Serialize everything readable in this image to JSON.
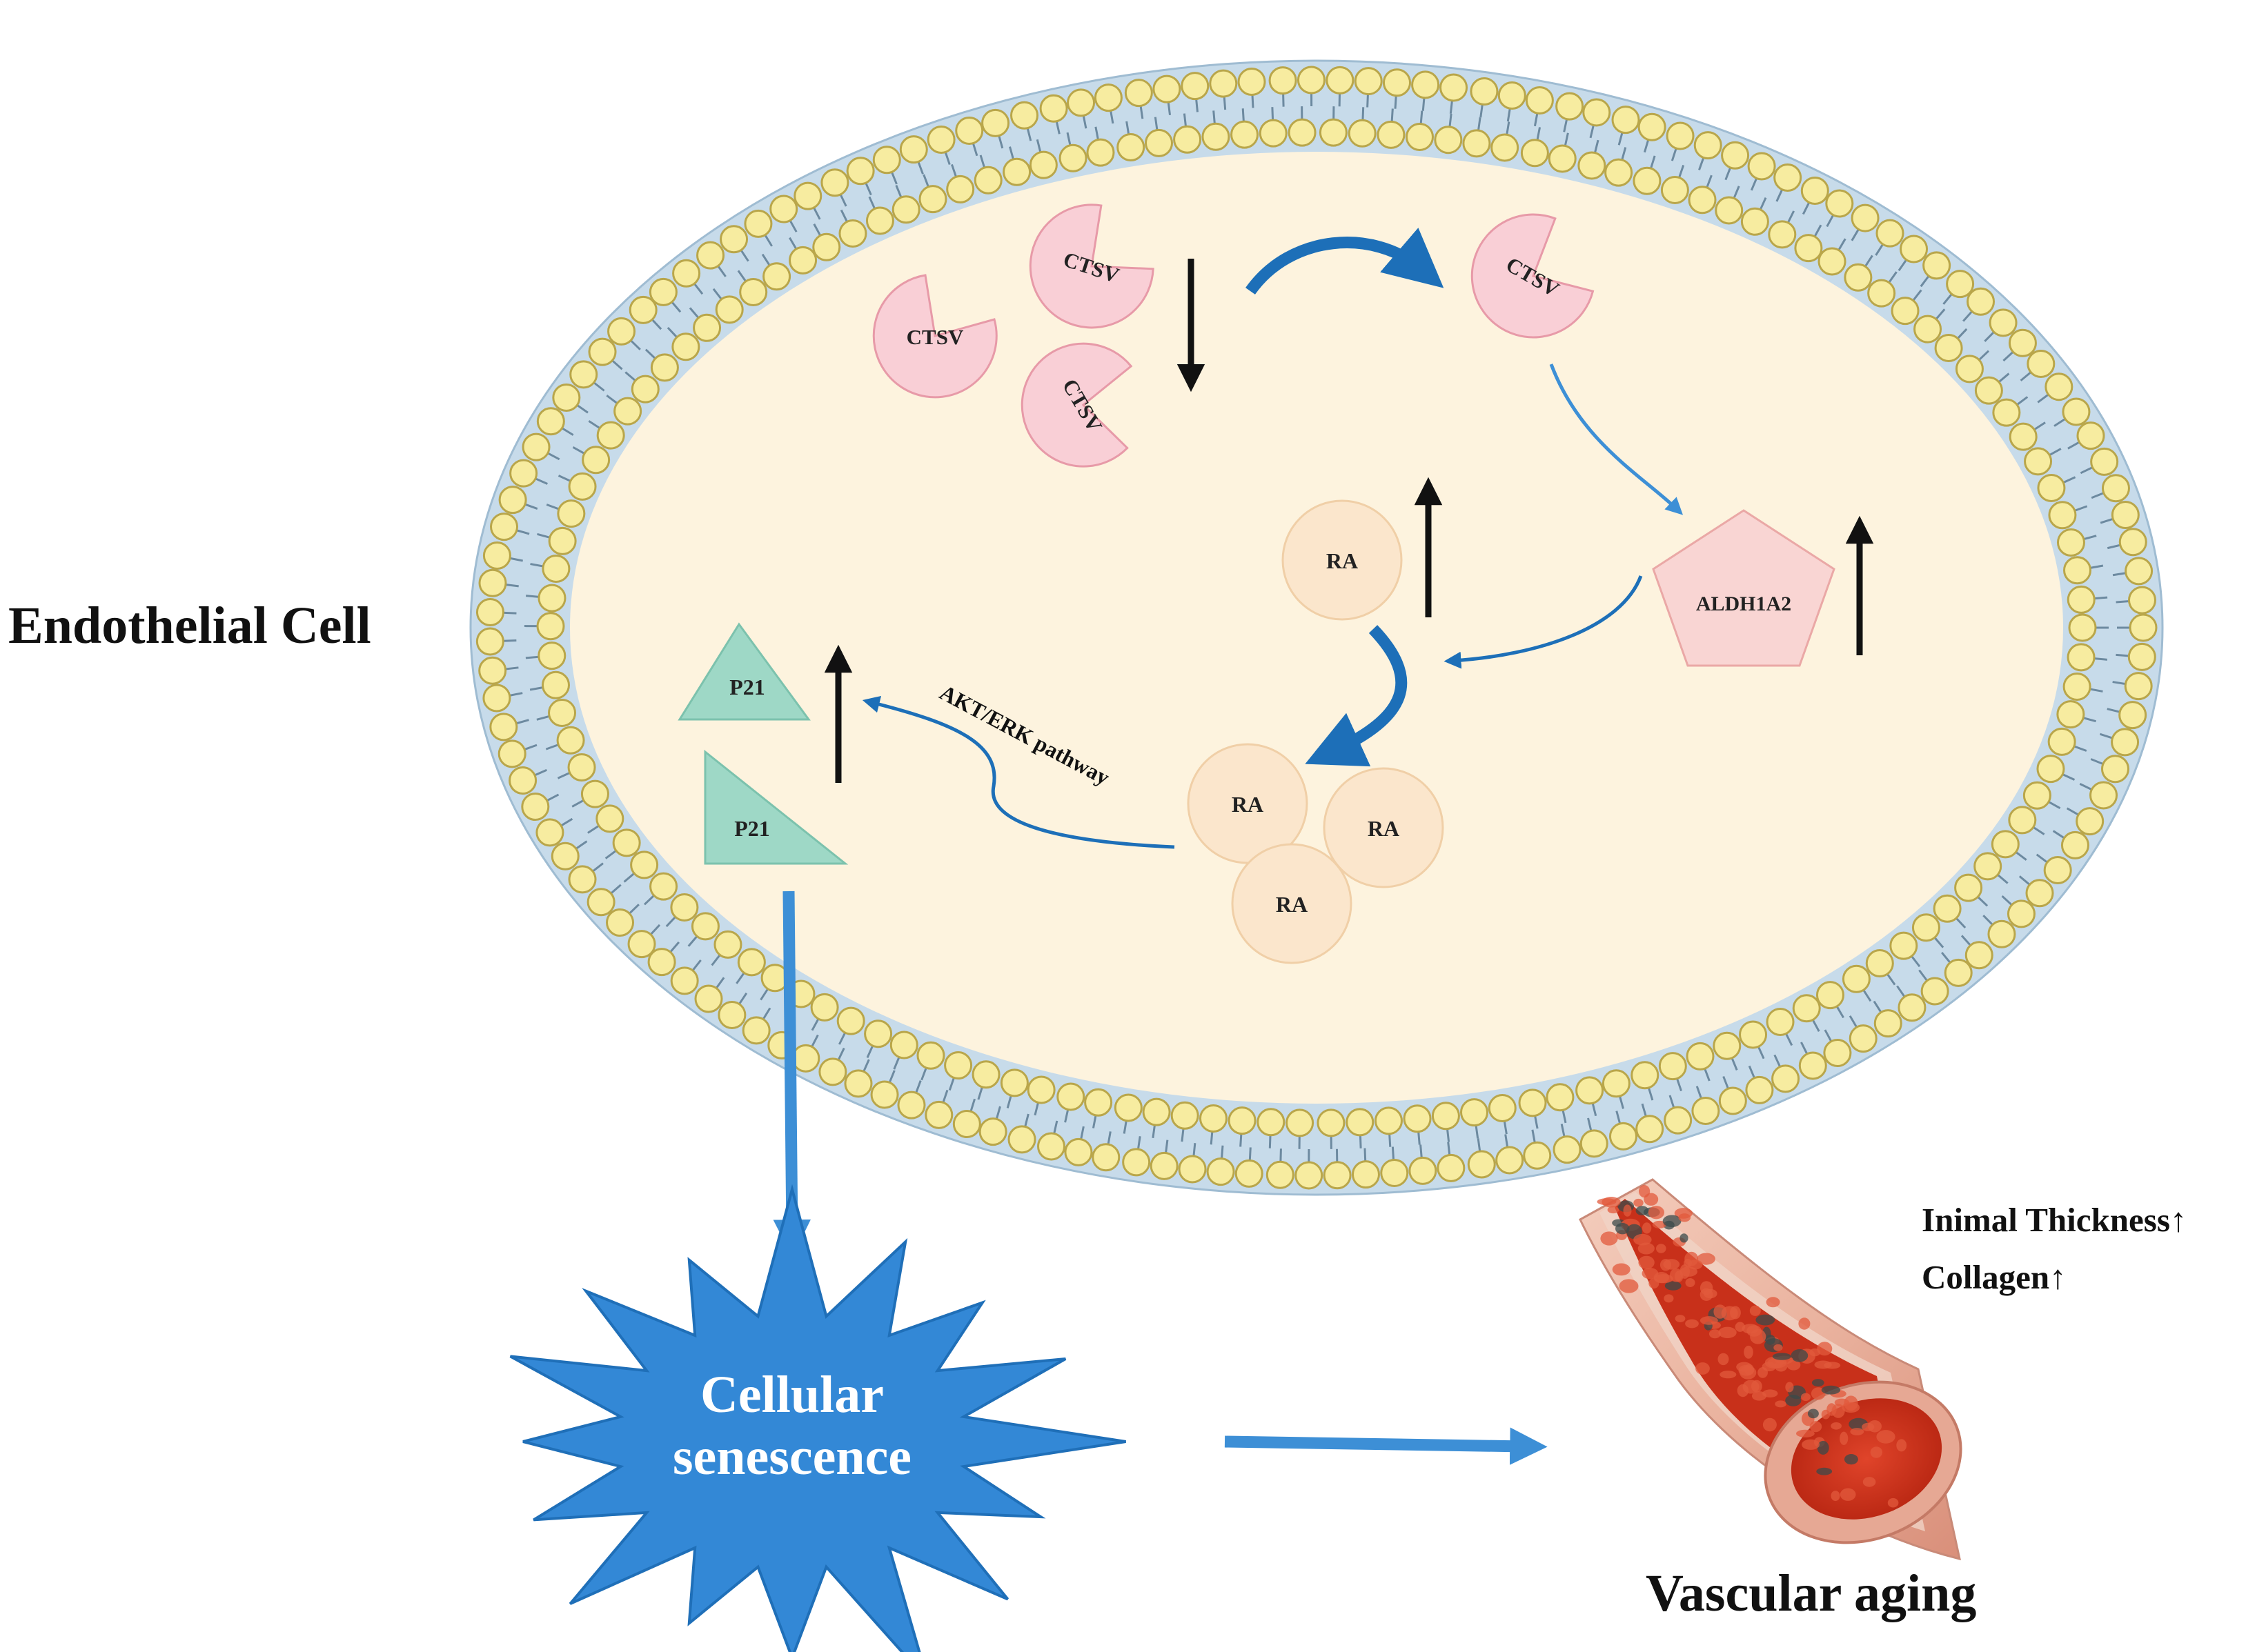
{
  "labels": {
    "cell": "Endothelial Cell",
    "ctsv": "CTSV",
    "ra": "RA",
    "aldh": "ALDH1A2",
    "p21": "P21",
    "pathway": "AKT/ERK pathway",
    "senescence_line1": "Cellular",
    "senescence_line2": "senescence",
    "outcome": "Vascular aging",
    "effect1": "Inimal Thickness↑",
    "effect2": "Collagen↑"
  },
  "colors": {
    "membrane_head": "#f7eca0",
    "membrane_head_stroke": "#b9a64a",
    "membrane_band": "#c7dbea",
    "cytoplasm": "#fdf3de",
    "ctsv_fill": "#f9cfd6",
    "ctsv_stroke": "#e79aa8",
    "ra_fill": "#fbe6cc",
    "ra_stroke": "#f0cfa7",
    "aldh_fill": "#f9d5d3",
    "p21_fill": "#9ed8c6",
    "process_arrow": "#1d6fb8",
    "flow_arrow": "#3d8fd6",
    "senescence_fill": "#3388d6"
  }
}
